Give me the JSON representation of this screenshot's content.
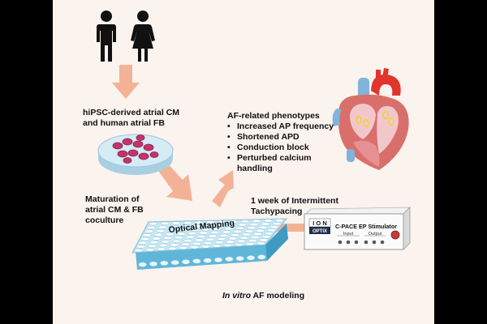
{
  "labels": {
    "cells": "hiPSC-derived atrial CM and human atrial FB",
    "maturation": "Maturation of atrial CM & FB coculture",
    "phenotypes_title": "AF-related phenotypes",
    "pacing": "1 week of Intermittent Tachypacing",
    "optical": "Optical Mapping",
    "invitro_italic": "In vitro",
    "invitro_rest": " AF modeling"
  },
  "phenotypes": [
    "Increased AP frequency",
    "Shortened APD",
    "Conduction block",
    "Perturbed calcium handling"
  ],
  "stimulator": {
    "brand_top": "I O N",
    "brand_bottom": "OPTIX",
    "model": "C-PACE EP Stimulator",
    "input": "Input",
    "output": "Output"
  },
  "colors": {
    "arrow": "#f3b296",
    "plate": "#bfe3f2",
    "dish": "#cfe7f4",
    "cells": "#c0366a",
    "background": "#fbf3ee"
  },
  "icons": [
    "man-icon",
    "woman-icon",
    "petri-dish-icon",
    "heart-icon",
    "well-plate-icon",
    "stimulator-icon"
  ]
}
